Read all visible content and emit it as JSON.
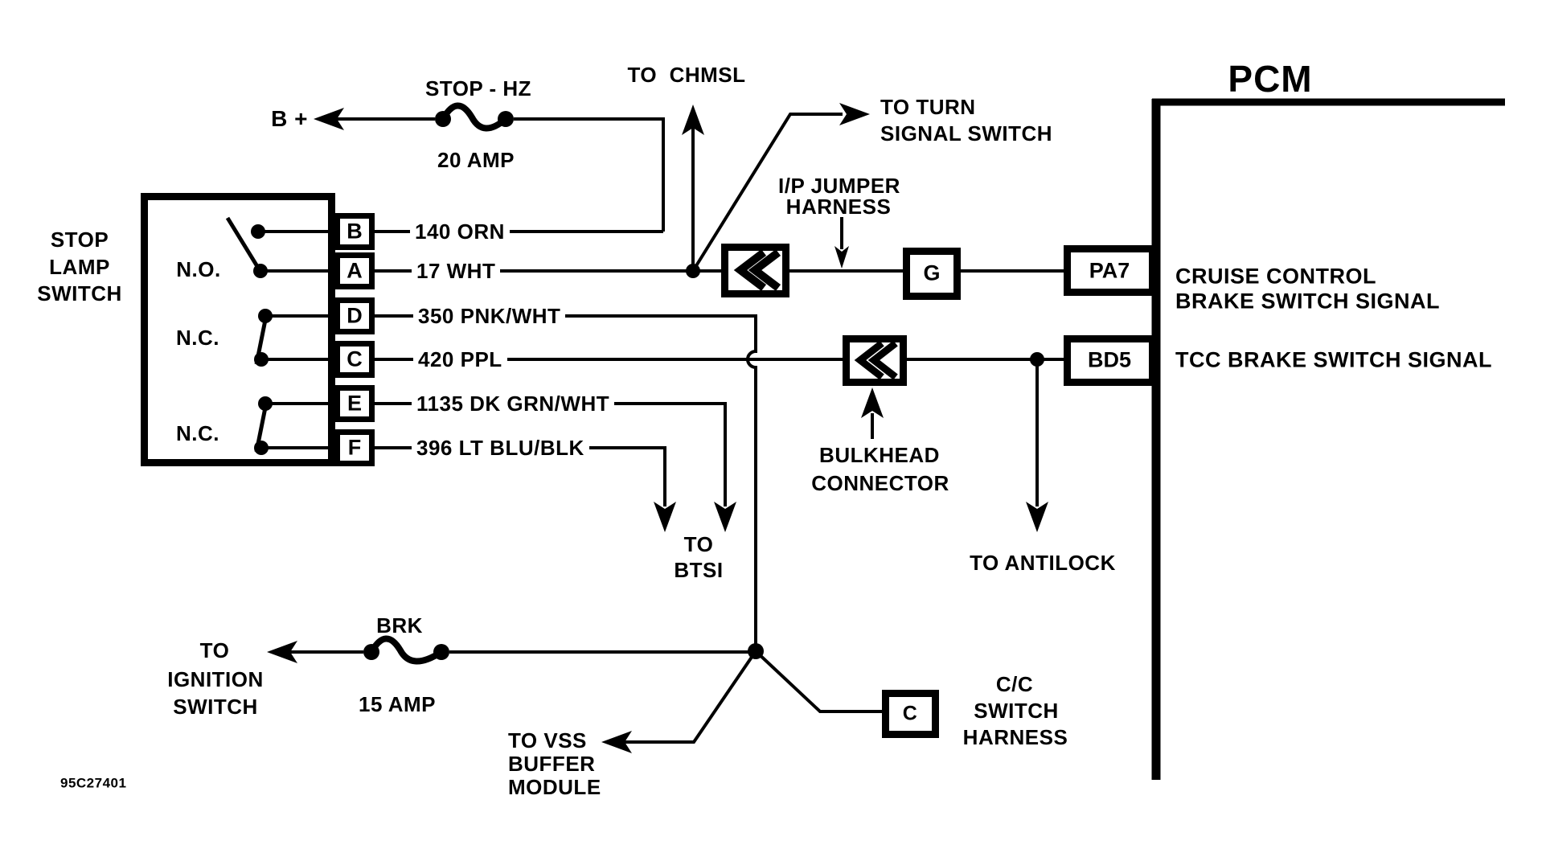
{
  "footer_code": "95C27401",
  "stop_lamp_switch": {
    "name": [
      "STOP",
      "LAMP",
      "SWITCH"
    ],
    "contact_labels": [
      "N.O.",
      "N.C.",
      "N.C."
    ],
    "terminals": [
      "B",
      "A",
      "D",
      "C",
      "E",
      "F"
    ]
  },
  "wires": [
    "140 ORN",
    "17 WHT",
    "350 PNK/WHT",
    "420 PPL",
    "1135 DK GRN/WHT",
    "396 LT BLU/BLK"
  ],
  "fuses": {
    "stop_hz": {
      "name": "STOP - HZ",
      "rating": "20 AMP"
    },
    "brk": {
      "name": "BRK",
      "rating": "15 AMP"
    }
  },
  "pcm": {
    "title": "PCM",
    "pins": [
      {
        "id": "PA7",
        "signal": [
          "CRUISE CONTROL",
          "BRAKE SWITCH SIGNAL"
        ]
      },
      {
        "id": "BD5",
        "signal": [
          "TCC BRAKE SWITCH SIGNAL"
        ]
      }
    ]
  },
  "connectors": {
    "g": "G",
    "c": "C",
    "bulkhead": [
      "BULKHEAD",
      "CONNECTOR"
    ],
    "ip_jumper": [
      "I/P JUMPER",
      "HARNESS"
    ],
    "cc_switch": [
      "C/C",
      "SWITCH",
      "HARNESS"
    ]
  },
  "destinations": {
    "battery": "B +",
    "chmsl": "TO  CHMSL",
    "turn_signal": [
      "TO TURN",
      "SIGNAL SWITCH"
    ],
    "btsi": [
      "TO",
      "BTSI"
    ],
    "antilock": "TO ANTILOCK",
    "ignition": [
      "TO",
      "IGNITION",
      "SWITCH"
    ],
    "vss": [
      "TO VSS",
      "BUFFER",
      "MODULE"
    ]
  },
  "colors": {
    "ink": "#000000",
    "paper": "#ffffff"
  }
}
